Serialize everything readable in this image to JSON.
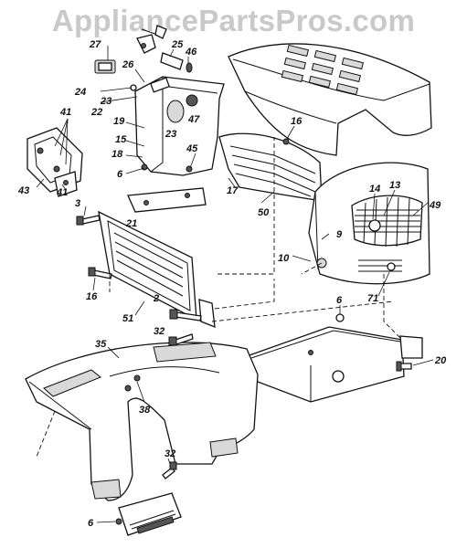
{
  "watermark": "AppliancePartsPros.com",
  "callouts": [
    {
      "id": "c27",
      "text": "27"
    },
    {
      "id": "c26",
      "text": "26"
    },
    {
      "id": "c25",
      "text": "25"
    },
    {
      "id": "c46",
      "text": "46"
    },
    {
      "id": "c24",
      "text": "24"
    },
    {
      "id": "c23a",
      "text": "23"
    },
    {
      "id": "c22",
      "text": "22"
    },
    {
      "id": "c19",
      "text": "19"
    },
    {
      "id": "c23b",
      "text": "23"
    },
    {
      "id": "c47",
      "text": "47"
    },
    {
      "id": "c41a",
      "text": "41"
    },
    {
      "id": "c15",
      "text": "15"
    },
    {
      "id": "c18",
      "text": "18"
    },
    {
      "id": "c45",
      "text": "45"
    },
    {
      "id": "c16a",
      "text": "16"
    },
    {
      "id": "c6a",
      "text": "6"
    },
    {
      "id": "c43",
      "text": "43"
    },
    {
      "id": "c41b",
      "text": "41"
    },
    {
      "id": "c17",
      "text": "17"
    },
    {
      "id": "c14",
      "text": "14"
    },
    {
      "id": "c13",
      "text": "13"
    },
    {
      "id": "c49",
      "text": "49"
    },
    {
      "id": "c3",
      "text": "3"
    },
    {
      "id": "c21",
      "text": "21"
    },
    {
      "id": "c50",
      "text": "50"
    },
    {
      "id": "c9",
      "text": "9"
    },
    {
      "id": "c10",
      "text": "10"
    },
    {
      "id": "c16b",
      "text": "16"
    },
    {
      "id": "c71",
      "text": "71"
    },
    {
      "id": "c2",
      "text": "2"
    },
    {
      "id": "c51",
      "text": "51"
    },
    {
      "id": "c6b",
      "text": "6"
    },
    {
      "id": "c35",
      "text": "35"
    },
    {
      "id": "c32a",
      "text": "32"
    },
    {
      "id": "c20",
      "text": "20"
    },
    {
      "id": "c38",
      "text": "38"
    },
    {
      "id": "c32b",
      "text": "32"
    },
    {
      "id": "c6c",
      "text": "6"
    }
  ]
}
